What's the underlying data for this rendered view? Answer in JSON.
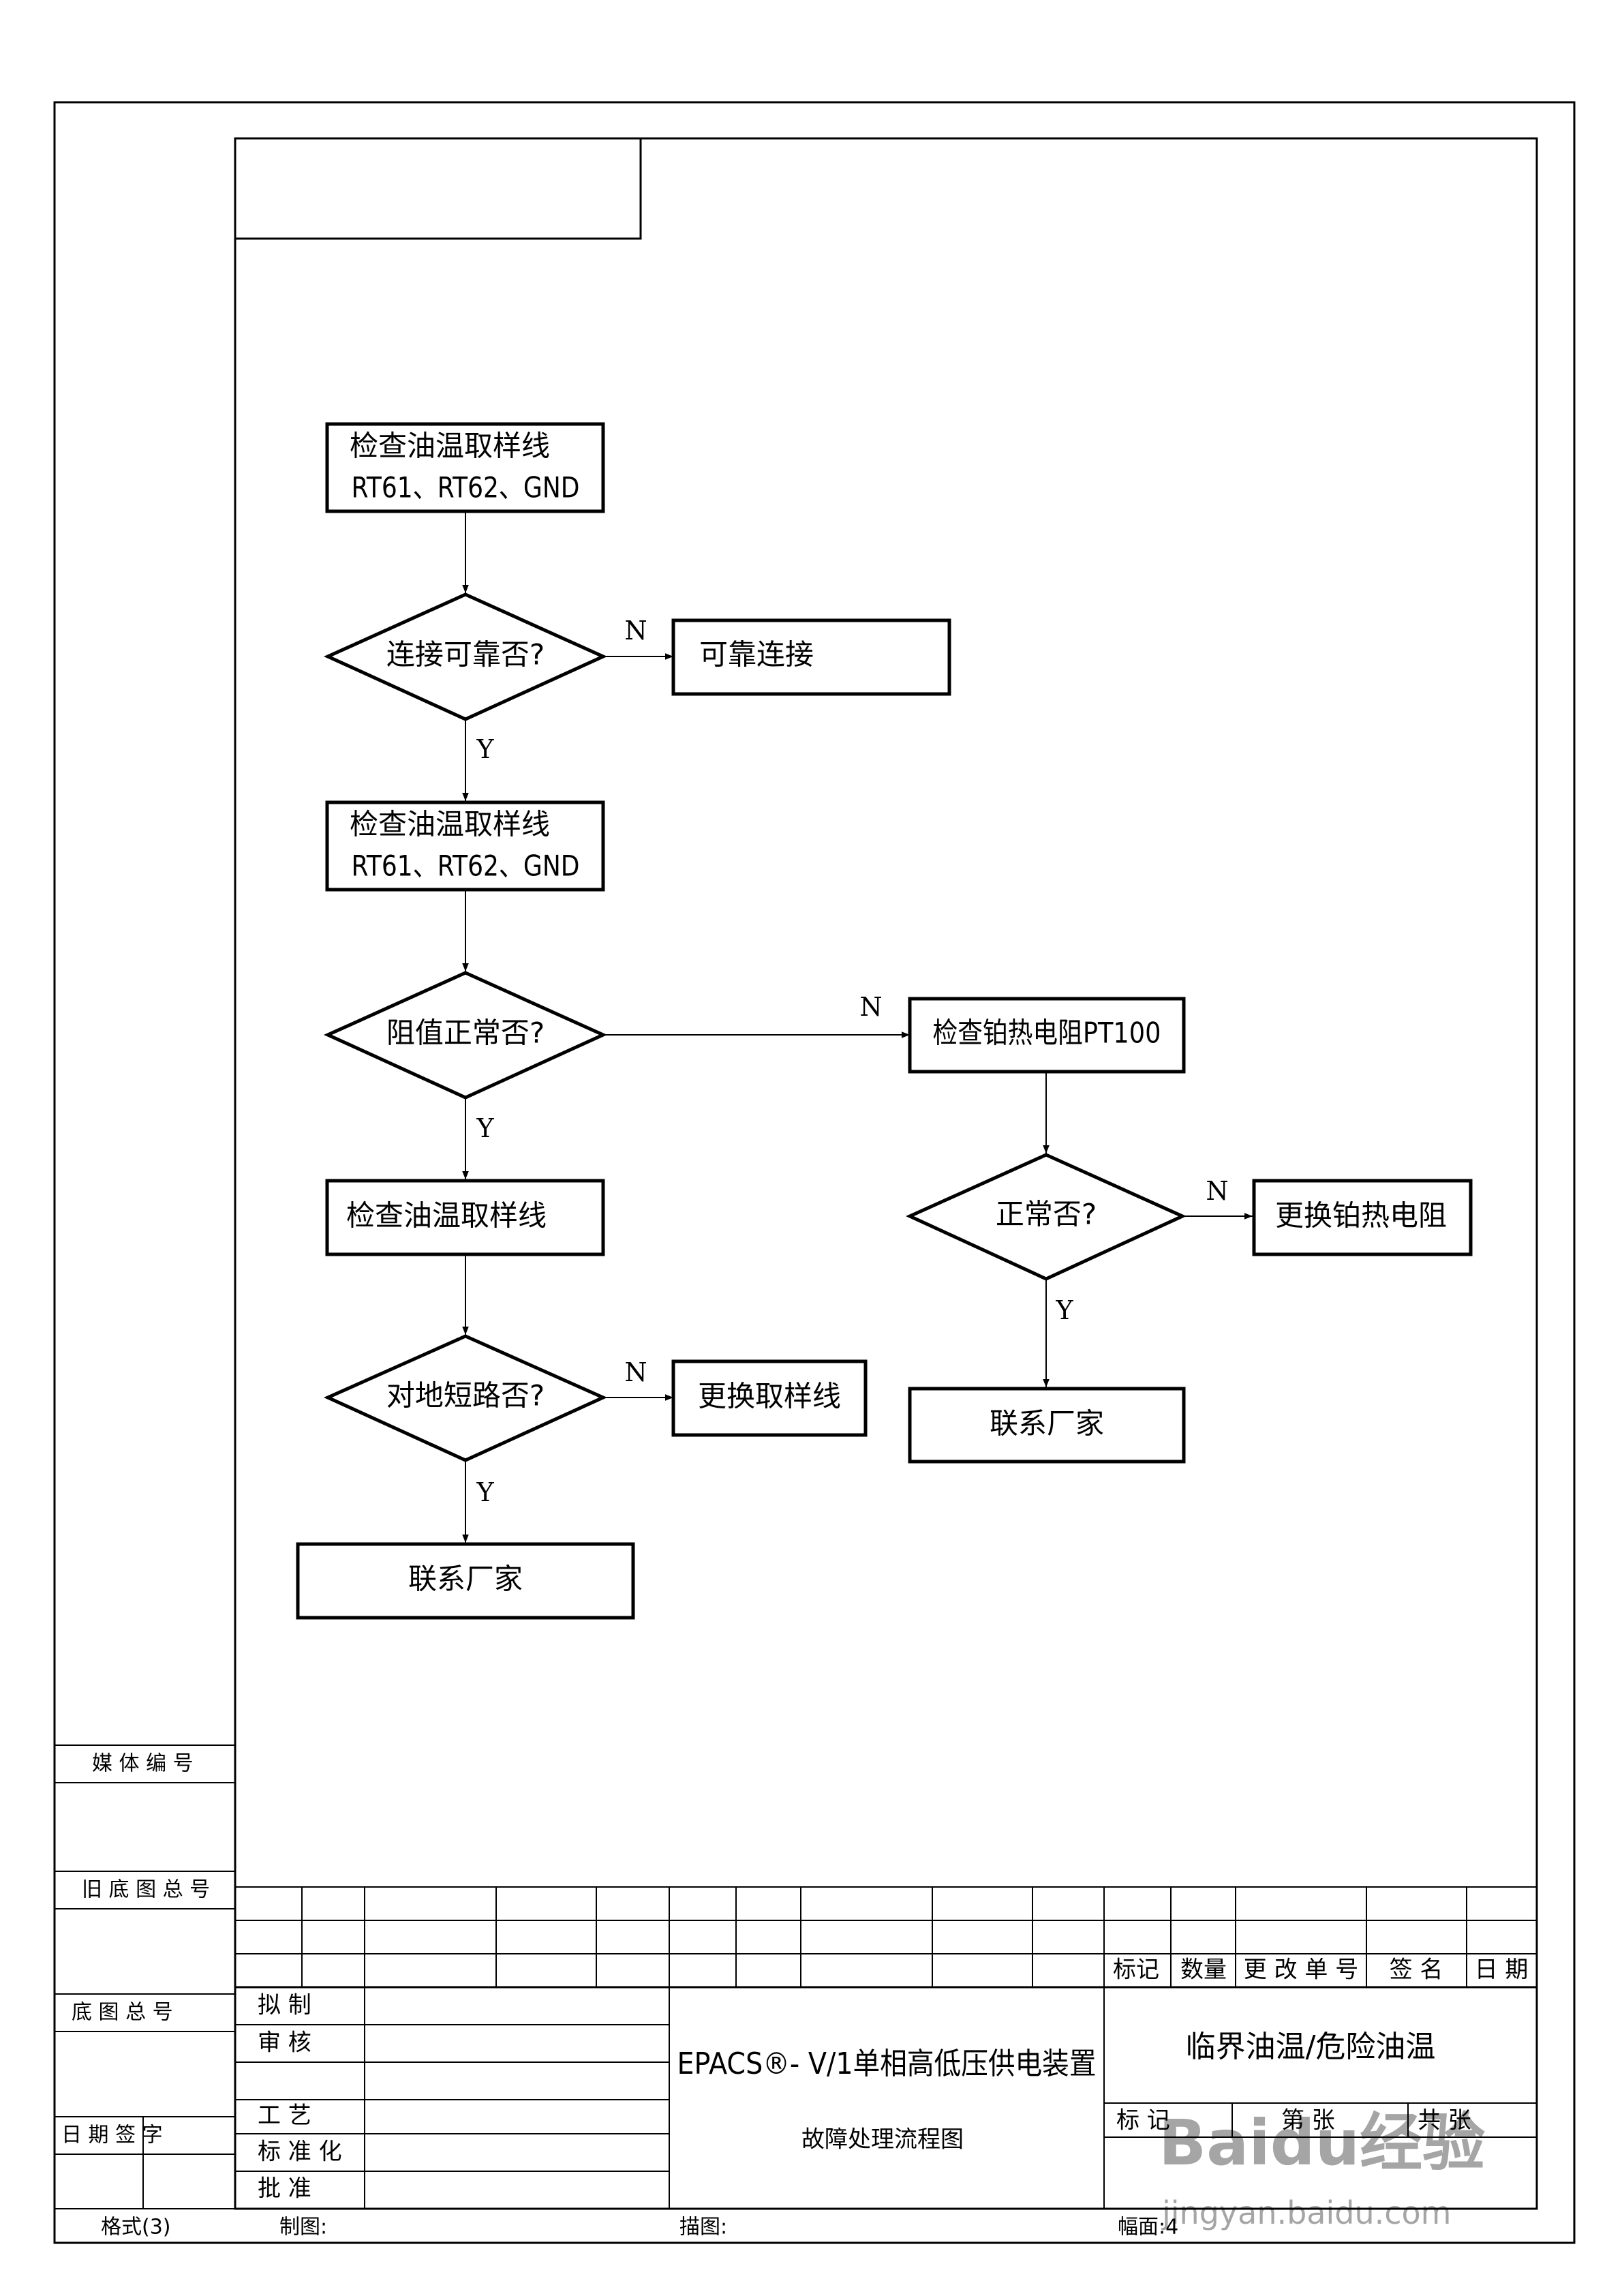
{
  "flowchart": {
    "nodes": {
      "check1": {
        "line1": "检查油温取样线",
        "line2": "RT61、RT62、GND"
      },
      "q_connect": {
        "text": "连接可靠否?"
      },
      "fix_connect": {
        "text": "可靠连接"
      },
      "check2": {
        "line1": "检查油温取样线",
        "line2": "RT61、RT62、GND"
      },
      "q_resist": {
        "text": "阻值正常否?"
      },
      "check_pt100": {
        "text": "检查铂热电阻PT100"
      },
      "q_normal": {
        "text": "正常否?"
      },
      "replace_resistor": {
        "text": "更换铂热电阻"
      },
      "contact_right": {
        "text": "联系厂家"
      },
      "check3": {
        "text": "检查油温取样线"
      },
      "q_short": {
        "text": "对地短路否?"
      },
      "replace_line": {
        "text": "更换取样线"
      },
      "contact_bottom": {
        "text": "联系厂家"
      }
    },
    "edge_labels": {
      "no": "N",
      "yes": "Y"
    }
  },
  "left_strip": {
    "media_no": "媒 体 编 号",
    "old_drawing_no": "旧 底 图 总 号",
    "base_drawing_no": "底  图  总  号",
    "date_sign": "日   期   签   字"
  },
  "title_block": {
    "headers": [
      "标记",
      "数量",
      "更 改 单 号",
      "签  名",
      "日  期"
    ],
    "roles": [
      "拟    制",
      "审    核",
      "工    艺",
      "标 准 化",
      "批    准"
    ],
    "product_name": "EPACS®- V/1单相高低压供电装置",
    "drawing_name": "故障处理流程图",
    "drawing_title": "临界油温/危险油温",
    "sheet_labels": [
      "标   记",
      "第    张",
      "共    张"
    ]
  },
  "footer": {
    "format": "格式(3)",
    "drawn_by": "制图:",
    "traced_by": "描图:",
    "size": "幅面:4"
  },
  "watermark": {
    "brand": "Baidu经验",
    "url": "jingyan.baidu.com"
  }
}
